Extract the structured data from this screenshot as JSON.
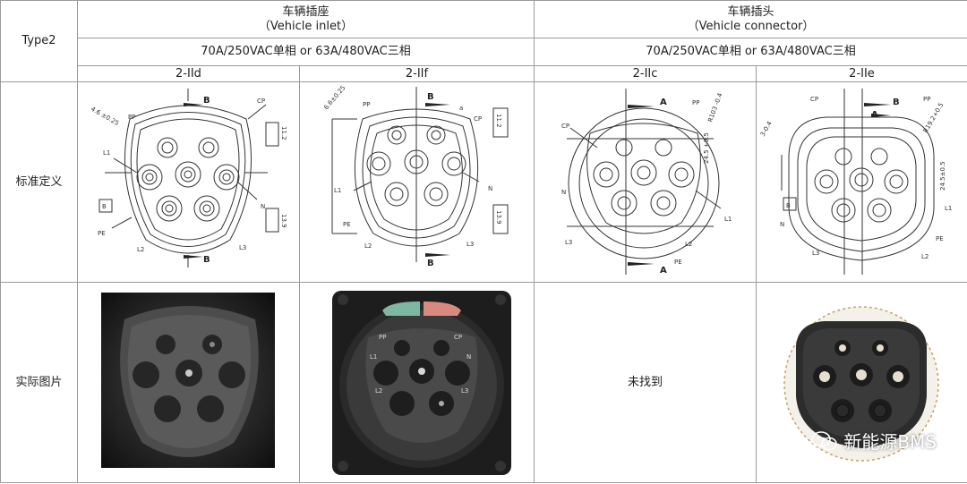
{
  "table": {
    "corner": "Type2",
    "inlet": {
      "title": "车辆插座",
      "subtitle": "（Vehicle inlet）",
      "rating": "70A/250VAC单相 or 63A/480VAC三相"
    },
    "connector": {
      "title": "车辆插头",
      "subtitle": "（Vehicle connector）",
      "rating": "70A/250VAC单相 or 63A/480VAC三相"
    },
    "variants": [
      "2-IId",
      "2-IIf",
      "2-IIc",
      "2-IIe"
    ],
    "row_labels": {
      "standard": "标准定义",
      "photo": "实际图片"
    },
    "not_found": "未找到"
  },
  "drawing_labels": {
    "pp": "PP",
    "cp": "CP",
    "l1": "L1",
    "l2": "L2",
    "l3": "L3",
    "n": "N",
    "pe": "PE",
    "a": "A",
    "b": "B",
    "small_a": "a"
  },
  "dimensions": {
    "d1": "4.6 ±0.25",
    "d2": "11.2",
    "d3": "13.9",
    "f1": "6.6±0.25",
    "f2": "11.2",
    "f3": "13.9",
    "c1": "R103 -0.4",
    "c2": "24.5 +0.5",
    "e1": "R19.2+0.5",
    "e2": "24.5±0.5",
    "e3": "3-0.4"
  },
  "watermark": {
    "text": "新能源BMS",
    "icon": "wechat-icon"
  },
  "colors": {
    "border": "#9a9a9a",
    "pin_green": "#7fb8a2",
    "pin_red": "#d98a80",
    "socket": "#3e3e3e"
  }
}
